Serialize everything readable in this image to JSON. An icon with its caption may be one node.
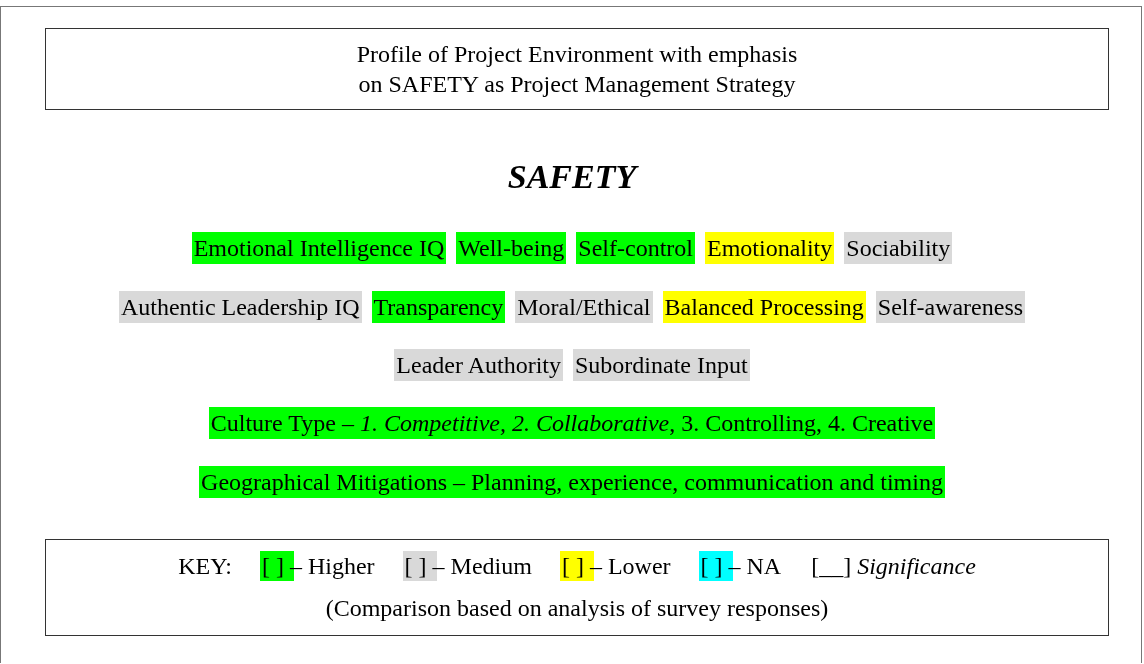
{
  "diagram": {
    "title": "SAFETY",
    "nodes": [
      {
        "text": [
          "Profile of Project Environment with emphasis on SAFETY as Project Management Strategy"
        ]
      },
      {
        "text": [
          "Emotional Intelligence IQ"
        ]
      },
      {
        "text": [
          "Well-being"
        ]
      },
      {
        "text": [
          "Self-control"
        ]
      },
      {
        "text": [
          "Emotionality"
        ]
      },
      {
        "text": [
          "Sociability"
        ]
      },
      {
        "text": [
          "Authentic Leadership IQ"
        ]
      },
      {
        "text": [
          "Transparency"
        ]
      },
      {
        "text": [
          "Moral/Ethical"
        ]
      },
      {
        "text": [
          "Balanced Processing"
        ]
      },
      {
        "text": [
          "Self-awareness"
        ]
      },
      {
        "text": [
          "Leader Authority"
        ]
      },
      {
        "text": [
          "Subordinate Input"
        ]
      },
      {
        "text": [
          "Culture Type – *1. Competitive, 2. Collaborative*, 3. Controlling, 4. Creative"
        ]
      },
      {
        "text": [
          "Geographical Mitigations – Planning, experience, communication and timing"
        ]
      },
      {
        "text": [
          "KEY:",
          "(Comparison based on analysis of survey responses)"
        ]
      }
    ],
    "edges": [],
    "legend": [
      {
        "text": "[ ] – Higher",
        "color": "#00ff00"
      },
      {
        "text": "[ ] – Medium",
        "color": "#d9d9d9"
      },
      {
        "text": "[ ] – Lower",
        "color": "#ffff00"
      },
      {
        "text": "[ ] – NA",
        "color": "#00ffff"
      },
      {
        "text": "[__] *Significance*"
      }
    ]
  }
}
